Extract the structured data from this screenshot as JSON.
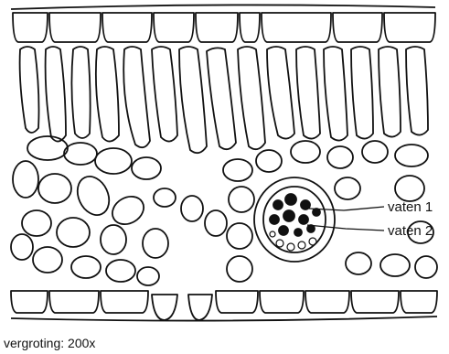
{
  "labels": {
    "vessel_1": "vaten 1",
    "vessel_2": "vaten 2"
  },
  "caption": "vergroting: 200x"
}
